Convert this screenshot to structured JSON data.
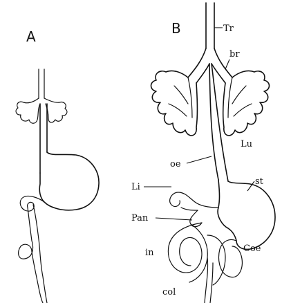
{
  "panels": {
    "a": "A",
    "b": "B"
  },
  "labels": {
    "tr": "Tr",
    "br": "br",
    "lu": "Lu",
    "oe": "oe",
    "st": "st",
    "li": "Li",
    "pan": "Pan",
    "in": "in",
    "coe": "Coe",
    "col": "col"
  }
}
